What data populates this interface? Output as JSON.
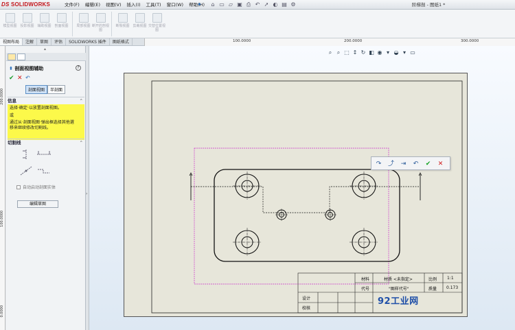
{
  "app": {
    "logo_prefix": "DS",
    "logo_text": "SOLIDWORKS",
    "document_title": "阶梯剖 - 图纸1 *"
  },
  "menus": [
    "文件(F)",
    "编辑(E)",
    "视图(V)",
    "插入(I)",
    "工具(T)",
    "窗口(W)",
    "帮助(H)"
  ],
  "ribbon": {
    "buttons": [
      {
        "label": "模型视图",
        "icon": "model-view-icon"
      },
      {
        "label": "投影视图",
        "icon": "projected-view-icon"
      },
      {
        "label": "辅助视图",
        "icon": "auxiliary-view-icon"
      },
      {
        "label": "剖面视图",
        "icon": "section-view-icon"
      },
      {
        "label": "局部视图",
        "icon": "detail-view-icon"
      },
      {
        "label": "断开的剖视图",
        "icon": "broken-out-section-icon"
      },
      {
        "label": "断裂视图",
        "icon": "break-view-icon"
      },
      {
        "label": "剪裁视图",
        "icon": "crop-view-icon"
      },
      {
        "label": "交替位置视图",
        "icon": "alternate-position-icon"
      }
    ]
  },
  "tabs": [
    {
      "label": "视图布局",
      "active": true
    },
    {
      "label": "注解",
      "active": false
    },
    {
      "label": "草图",
      "active": false
    },
    {
      "label": "评估",
      "active": false
    },
    {
      "label": "SOLIDWORKS 插件",
      "active": false
    },
    {
      "label": "图纸格式",
      "active": false
    }
  ],
  "ruler": {
    "top_labels": [
      "100.0000",
      "200.0000",
      "300.0000"
    ],
    "left_labels": [
      "200.0000",
      "100.0000",
      "0.0000"
    ]
  },
  "property_manager": {
    "title": "剖面视图辅助",
    "help": "?",
    "modes": {
      "section": "剖面视图",
      "half": "半剖面"
    },
    "info_heading": "信息",
    "info_lines": [
      "选择·确定·以放置剖面视图。",
      "或",
      "通过从·剖面视图·弹出框选择其他選",
      "移来继续修改切割线。"
    ],
    "cutting_line_heading": "切割线",
    "auto_start_label": "自动启动剖面实体",
    "edit_sketch_label": "编辑草图"
  },
  "title_block": {
    "material_label": "材料",
    "material_value": "材质 <未指定>",
    "scale_label": "比例",
    "scale_value": "1:1",
    "code_label": "代号",
    "code_value": "\"图样代号\"",
    "mass_label": "质量",
    "mass_value": "0.173",
    "design_label": "设计",
    "check_label": "校核"
  },
  "watermark": "92工业网",
  "colors": {
    "accent": "#2a6ebb",
    "ok": "#16a324",
    "cancel": "#d01818",
    "info_bg": "#fcf94a",
    "section_line": "#cc33cc"
  }
}
